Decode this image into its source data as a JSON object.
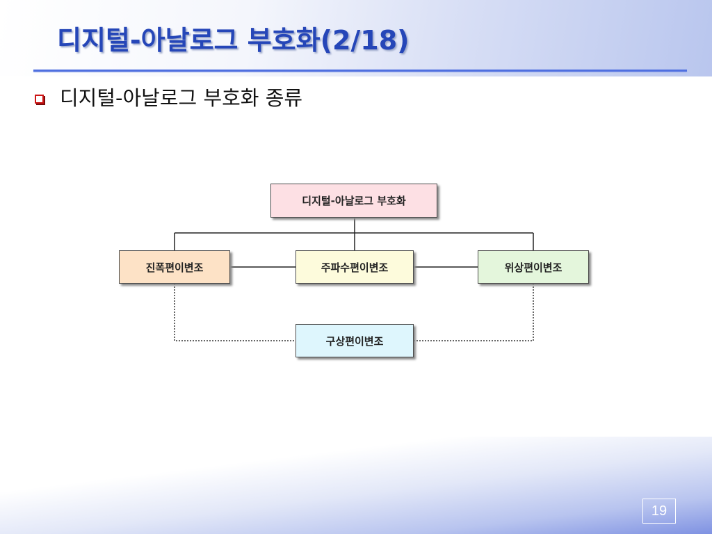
{
  "slide": {
    "title": "디지털-아날로그 부호화(2/18)",
    "bullet": "디지털-아날로그 부호화 종류",
    "page_number": "19"
  },
  "diagram": {
    "root": "디지털-아날로그 부호화",
    "ask": "진폭편이변조",
    "fsk": "주파수편이변조",
    "psk": "위상편이변조",
    "qam": "구상편이변조"
  },
  "colors": {
    "title": "#2546b8",
    "root_fill": "#fde0e4",
    "ask_fill": "#fde2c6",
    "fsk_fill": "#fdfbdc",
    "psk_fill": "#e4f6dc",
    "qam_fill": "#def6fd",
    "bullet": "#cc1515"
  }
}
